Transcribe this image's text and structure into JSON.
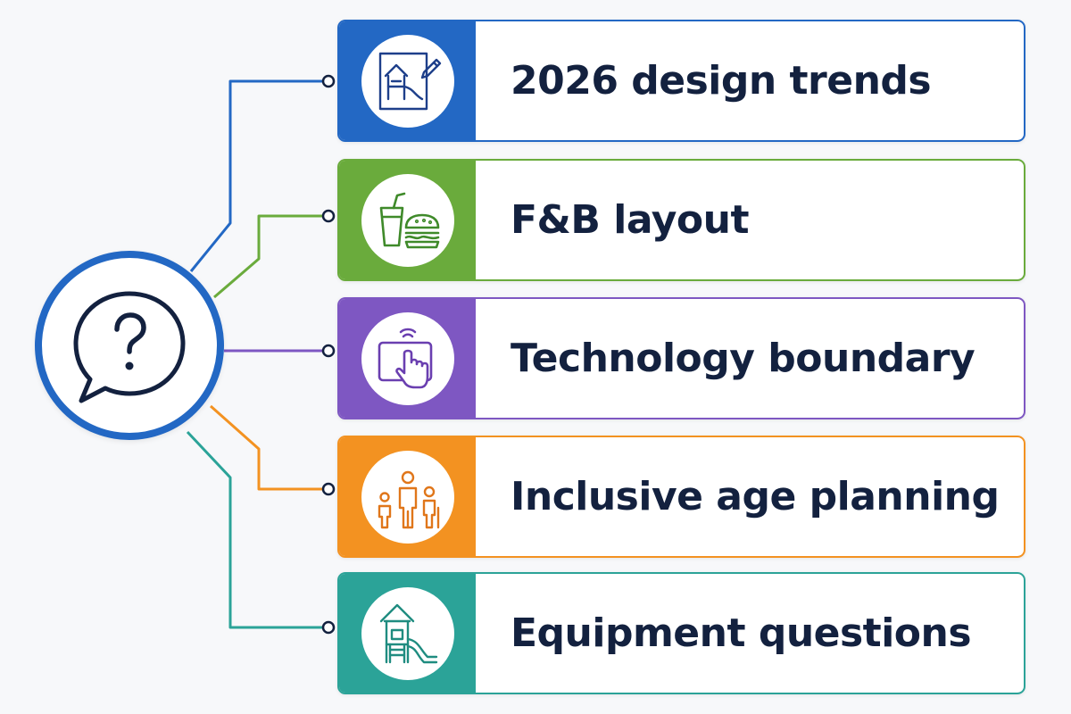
{
  "hub": {
    "icon": "question-speech-bubble-icon",
    "color": "#2368c4"
  },
  "items": [
    {
      "label": "2026 design trends",
      "icon": "playground-design-sketch-icon",
      "color": "#2368c4"
    },
    {
      "label": "F&B layout",
      "icon": "drink-and-burger-icon",
      "color": "#6aab3c"
    },
    {
      "label": "Technology boundary",
      "icon": "touchscreen-tap-icon",
      "color": "#7e57c2"
    },
    {
      "label": "Inclusive age planning",
      "icon": "family-ages-icon",
      "color": "#f39221"
    },
    {
      "label": "Equipment questions",
      "icon": "play-tower-slide-icon",
      "color": "#2ba398"
    }
  ]
}
